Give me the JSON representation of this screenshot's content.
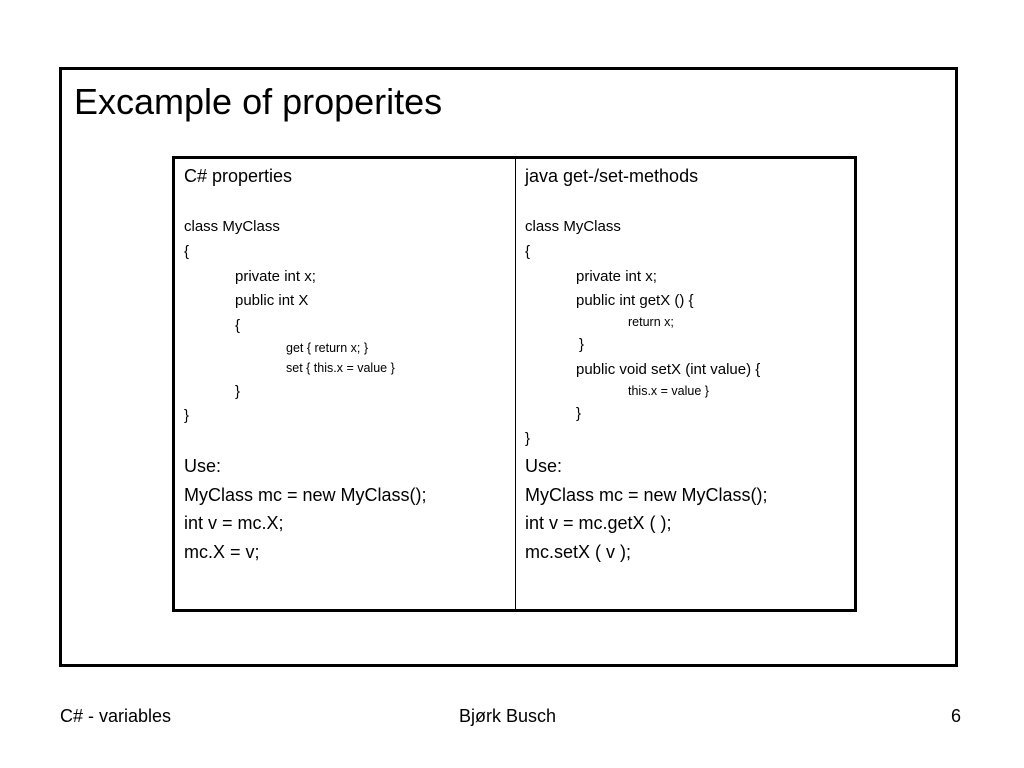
{
  "slide": {
    "title": "Excample of properites",
    "left_column": {
      "header": "C# properties",
      "code": [
        "class MyClass",
        "{",
        "private int x;",
        "public int X",
        "{",
        "get { return x; }",
        "set { this.x = value }",
        "}",
        "}"
      ],
      "use": [
        "Use:",
        "MyClass mc = new MyClass();",
        "int v = mc.X;",
        "mc.X = v;"
      ]
    },
    "right_column": {
      "header": "java get-/set-methods",
      "code": [
        "class MyClass",
        "{",
        "private int x;",
        "public int getX () {",
        "return x;",
        "}",
        "public void setX (int value) {",
        "this.x = value }",
        "}",
        "}"
      ],
      "use": [
        "Use:",
        "MyClass mc = new MyClass();",
        "int v = mc.getX ( );",
        "mc.setX ( v );"
      ]
    }
  },
  "footer": {
    "left": "C# - variables",
    "center": "Bjørk Busch",
    "page_number": "6"
  }
}
